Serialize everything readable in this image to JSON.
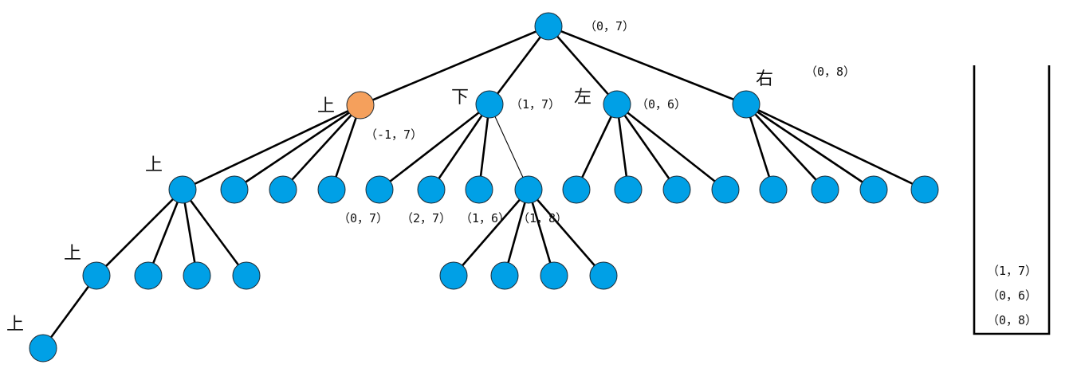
{
  "colors": {
    "node_default": "#00a0e6",
    "node_highlight": "#f5a05c",
    "edge": "#000000"
  },
  "tree": {
    "nodes": [
      {
        "id": "root",
        "coord": "（0，7）",
        "label": ""
      },
      {
        "id": "up-1",
        "coord": "（-1，7）",
        "label": "上",
        "highlight": true
      },
      {
        "id": "down-1",
        "coord": "（1，7）",
        "label": "下"
      },
      {
        "id": "left-1",
        "coord": "（0，6）",
        "label": "左"
      },
      {
        "id": "right-1",
        "coord": "（0，8）",
        "label": "右"
      },
      {
        "id": "l2-a",
        "coord": "",
        "label": "上"
      },
      {
        "id": "l2-b",
        "coord": "",
        "label": ""
      },
      {
        "id": "l2-c",
        "coord": "",
        "label": ""
      },
      {
        "id": "l2-d",
        "coord": "",
        "label": ""
      },
      {
        "id": "l2-e",
        "coord": "（0，7）",
        "label": ""
      },
      {
        "id": "l2-f",
        "coord": "（2，7）",
        "label": ""
      },
      {
        "id": "l2-g",
        "coord": "（1，6）",
        "label": ""
      },
      {
        "id": "l2-h",
        "coord": "（1，8）",
        "label": ""
      },
      {
        "id": "l2-i",
        "coord": "",
        "label": ""
      },
      {
        "id": "l2-j",
        "coord": "",
        "label": ""
      },
      {
        "id": "l2-k",
        "coord": "",
        "label": ""
      },
      {
        "id": "l2-l",
        "coord": "",
        "label": ""
      },
      {
        "id": "l2-m",
        "coord": "",
        "label": ""
      },
      {
        "id": "l2-n",
        "coord": "",
        "label": ""
      },
      {
        "id": "l2-o",
        "coord": "",
        "label": ""
      },
      {
        "id": "l2-p",
        "coord": "",
        "label": ""
      },
      {
        "id": "l3-a",
        "coord": "",
        "label": "上"
      },
      {
        "id": "l3-b",
        "coord": "",
        "label": ""
      },
      {
        "id": "l3-c",
        "coord": "",
        "label": ""
      },
      {
        "id": "l3-d",
        "coord": "",
        "label": ""
      },
      {
        "id": "l3-e",
        "coord": "",
        "label": ""
      },
      {
        "id": "l3-f",
        "coord": "",
        "label": ""
      },
      {
        "id": "l3-g",
        "coord": "",
        "label": ""
      },
      {
        "id": "l3-h",
        "coord": "",
        "label": ""
      },
      {
        "id": "l4-a",
        "coord": "",
        "label": "上"
      }
    ],
    "edges": [
      [
        "root",
        "up-1"
      ],
      [
        "root",
        "down-1"
      ],
      [
        "root",
        "left-1"
      ],
      [
        "root",
        "right-1"
      ],
      [
        "up-1",
        "l2-a"
      ],
      [
        "up-1",
        "l2-b"
      ],
      [
        "up-1",
        "l2-c"
      ],
      [
        "up-1",
        "l2-d"
      ],
      [
        "down-1",
        "l2-e"
      ],
      [
        "down-1",
        "l2-f"
      ],
      [
        "down-1",
        "l2-g"
      ],
      [
        "down-1",
        "l2-h"
      ],
      [
        "left-1",
        "l2-i"
      ],
      [
        "left-1",
        "l2-j"
      ],
      [
        "left-1",
        "l2-k"
      ],
      [
        "left-1",
        "l2-l"
      ],
      [
        "right-1",
        "l2-m"
      ],
      [
        "right-1",
        "l2-n"
      ],
      [
        "right-1",
        "l2-o"
      ],
      [
        "right-1",
        "l2-p"
      ],
      [
        "l2-a",
        "l3-a"
      ],
      [
        "l2-a",
        "l3-b"
      ],
      [
        "l2-a",
        "l3-c"
      ],
      [
        "l2-a",
        "l3-d"
      ],
      [
        "l2-h",
        "l3-e"
      ],
      [
        "l2-h",
        "l3-f"
      ],
      [
        "l2-h",
        "l3-g"
      ],
      [
        "l2-h",
        "l3-h"
      ],
      [
        "l3-a",
        "l4-a"
      ]
    ]
  },
  "stack": {
    "items": [
      "（1，7）",
      "（0，6）",
      "（0，8）"
    ]
  }
}
